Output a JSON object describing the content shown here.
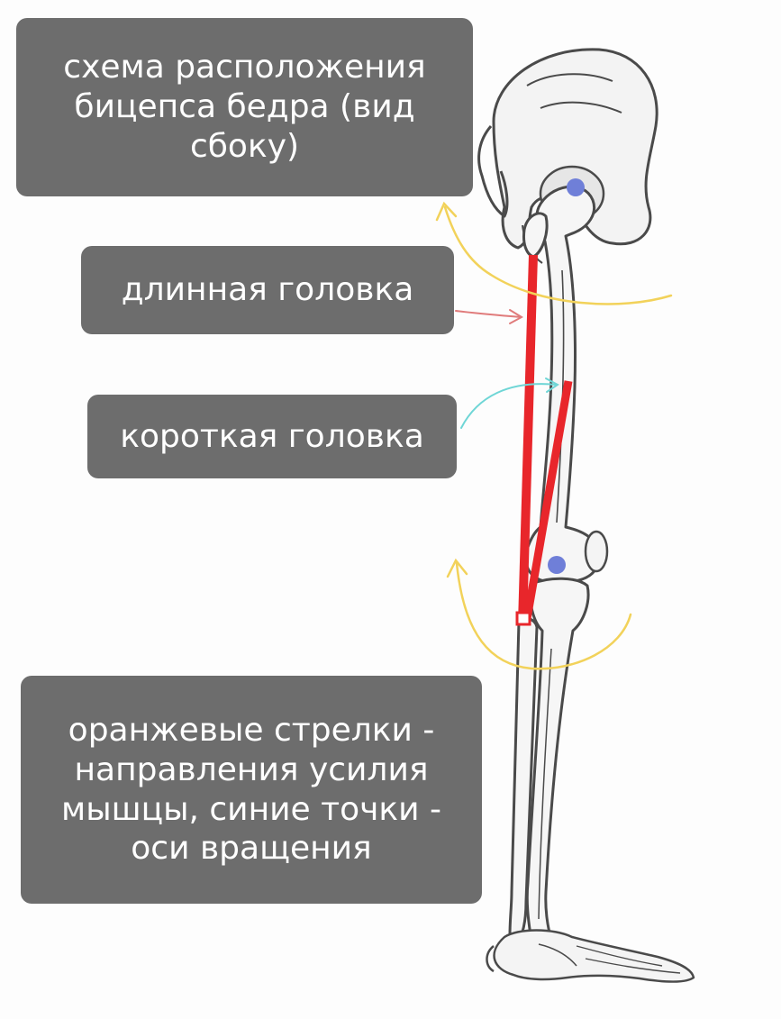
{
  "labels": {
    "title": "схема расположения бицепса бедра (вид сбоку)",
    "long_head": "длинная головка",
    "short_head": "короткая головка",
    "legend_note": "оранжевые стрелки - направления усилия мышцы, синие точки - оси вращения"
  },
  "colors": {
    "muscle_line": "#e8262b",
    "force_arrow": "#f2d25a",
    "rotation_axis": "#6f7fd8",
    "pointer_long": "#e07b7b",
    "pointer_short": "#6fd6d6",
    "label_background": "#6d6d6d",
    "label_text": "#ffffff",
    "bone_stroke": "#4a4a4a"
  }
}
